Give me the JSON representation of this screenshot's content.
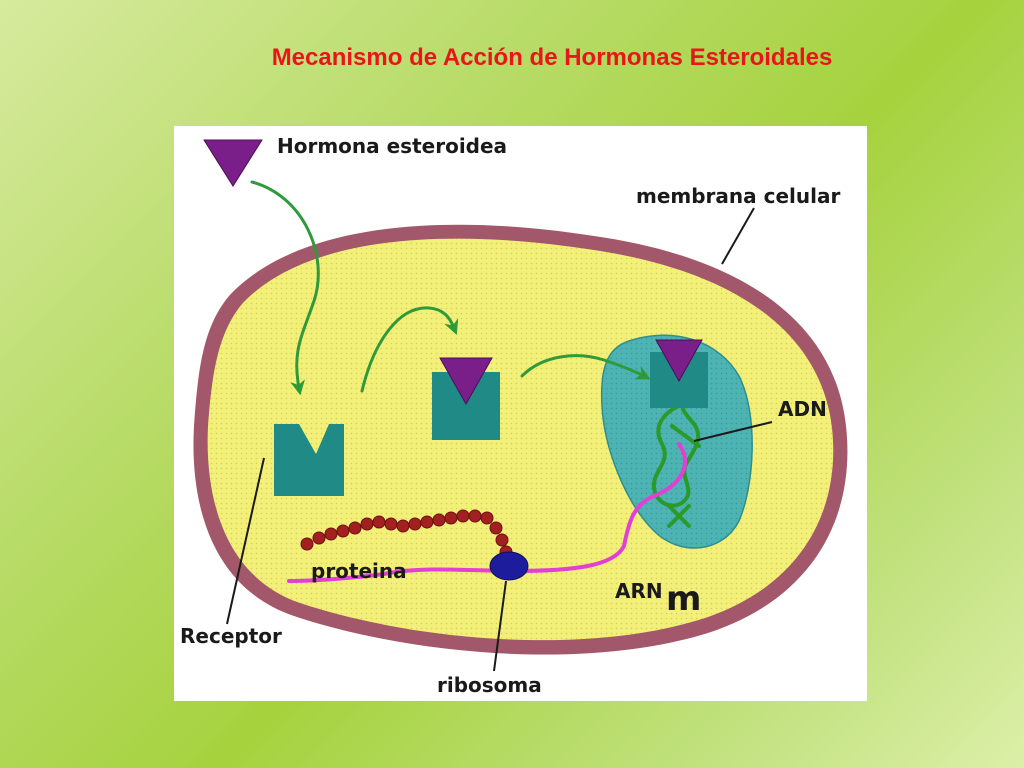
{
  "slide": {
    "title": "Mecanismo de Acción de Hormonas Esteroidales"
  },
  "diagram": {
    "labels": {
      "hormone": "Hormona esteroidea",
      "membrane": "membrana celular",
      "dna": "ADN",
      "protein": "proteina",
      "mrna_main": "ARN",
      "mrna_sub": "m",
      "receptor": "Receptor",
      "ribosome": "ribosoma"
    },
    "colors": {
      "cytoplasm": "#f3f07a",
      "membrane": "#a3576a",
      "nucleus": "#4db3b3",
      "receptor": "#1f8a86",
      "hormone": "#7a1e8a",
      "arrow": "#2f9a3a",
      "dna": "#2a9a2a",
      "mrna": "#e23fd4",
      "ribosome": "#1c1c9c",
      "protein": "#a32020",
      "title": "#e8161b"
    }
  }
}
